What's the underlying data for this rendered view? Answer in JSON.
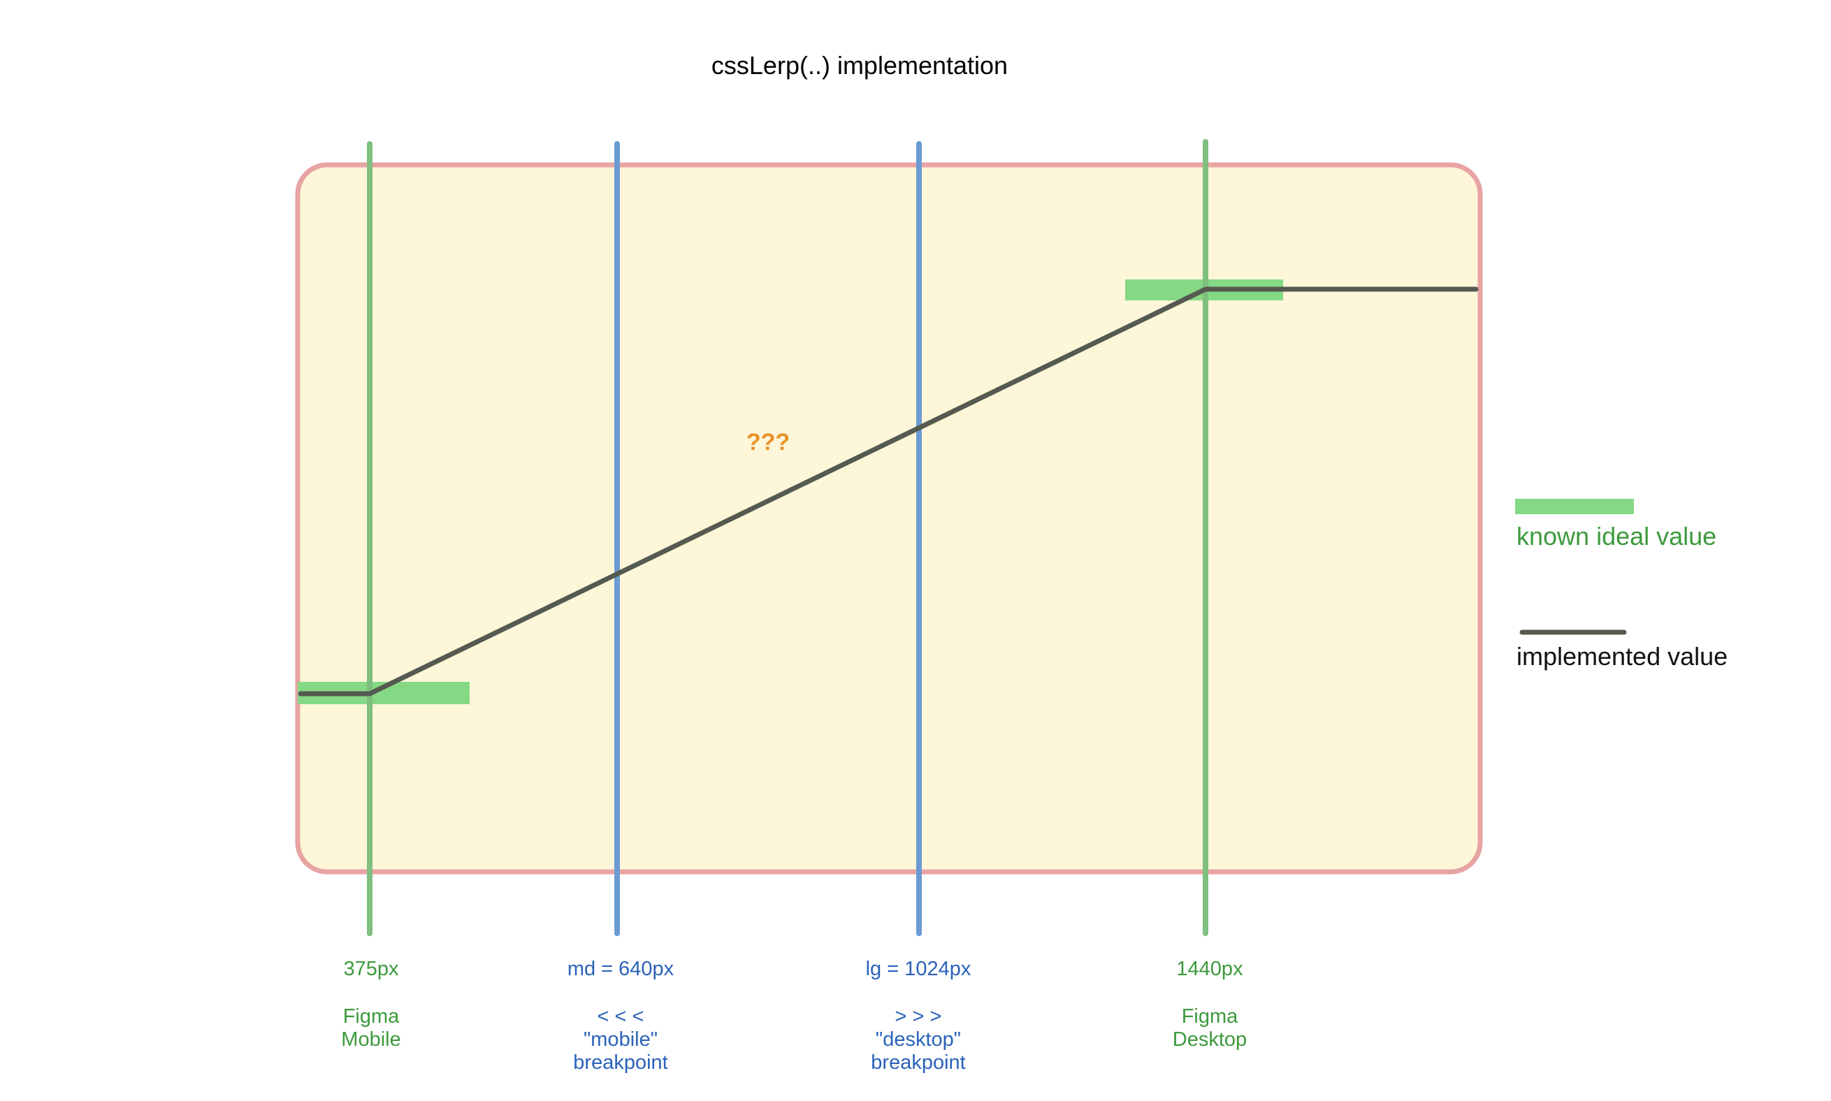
{
  "title": "cssLerp(..) implementation",
  "colors": {
    "panel_fill": "#fdf6d8",
    "panel_border": "#e8a3a3",
    "green_line": "#7fbf7f",
    "green_text": "#3d9a3d",
    "blue_line": "#6b9bd2",
    "blue_text": "#2a62b8",
    "ideal_value": "#85d885",
    "implemented_line": "#555a50",
    "unknown_mark": "#e8922a"
  },
  "unknown_label": "???",
  "breakpoints": [
    {
      "id": "figma-mobile",
      "kind": "figma",
      "value": "375px",
      "lines": [
        "Figma",
        "Mobile"
      ]
    },
    {
      "id": "md",
      "kind": "breakpoint",
      "value": "md = 640px",
      "lines": [
        "< < <",
        "\"mobile\"",
        "breakpoint"
      ]
    },
    {
      "id": "lg",
      "kind": "breakpoint",
      "value": "lg = 1024px",
      "lines": [
        "> > >",
        "\"desktop\"",
        "breakpoint"
      ]
    },
    {
      "id": "figma-desktop",
      "kind": "figma",
      "value": "1440px",
      "lines": [
        "Figma",
        "Desktop"
      ]
    }
  ],
  "legend": {
    "known_ideal": "known ideal value",
    "implemented": "implemented value"
  }
}
